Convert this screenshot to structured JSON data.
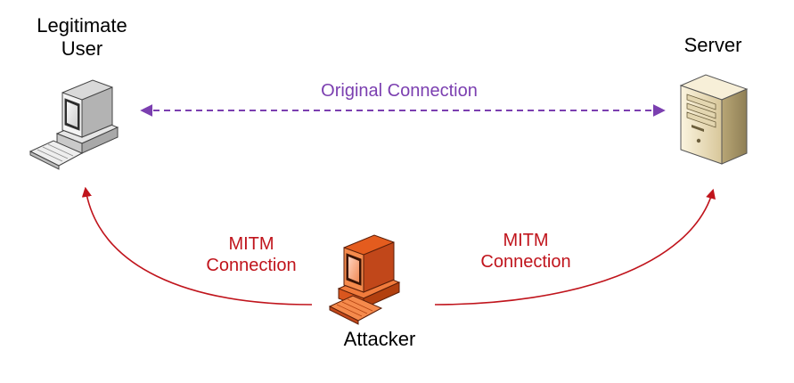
{
  "nodes": {
    "user_label_line1": "Legitimate",
    "user_label_line2": "User",
    "server_label": "Server",
    "attacker_label": "Attacker"
  },
  "connections": {
    "original": "Original Connection",
    "mitm_left_line1": "MITM",
    "mitm_left_line2": "Connection",
    "mitm_right_line1": "MITM",
    "mitm_right_line2": "Connection"
  },
  "colors": {
    "original_connection": "#7b3fb0",
    "mitm_connection": "#c0141c",
    "user_pc": "#f0f0f0",
    "attacker_pc": "#e2531a",
    "server": "#f1e6c8"
  },
  "icons": {
    "user": "desktop-computer-icon",
    "attacker": "desktop-computer-icon",
    "server": "server-tower-icon"
  }
}
